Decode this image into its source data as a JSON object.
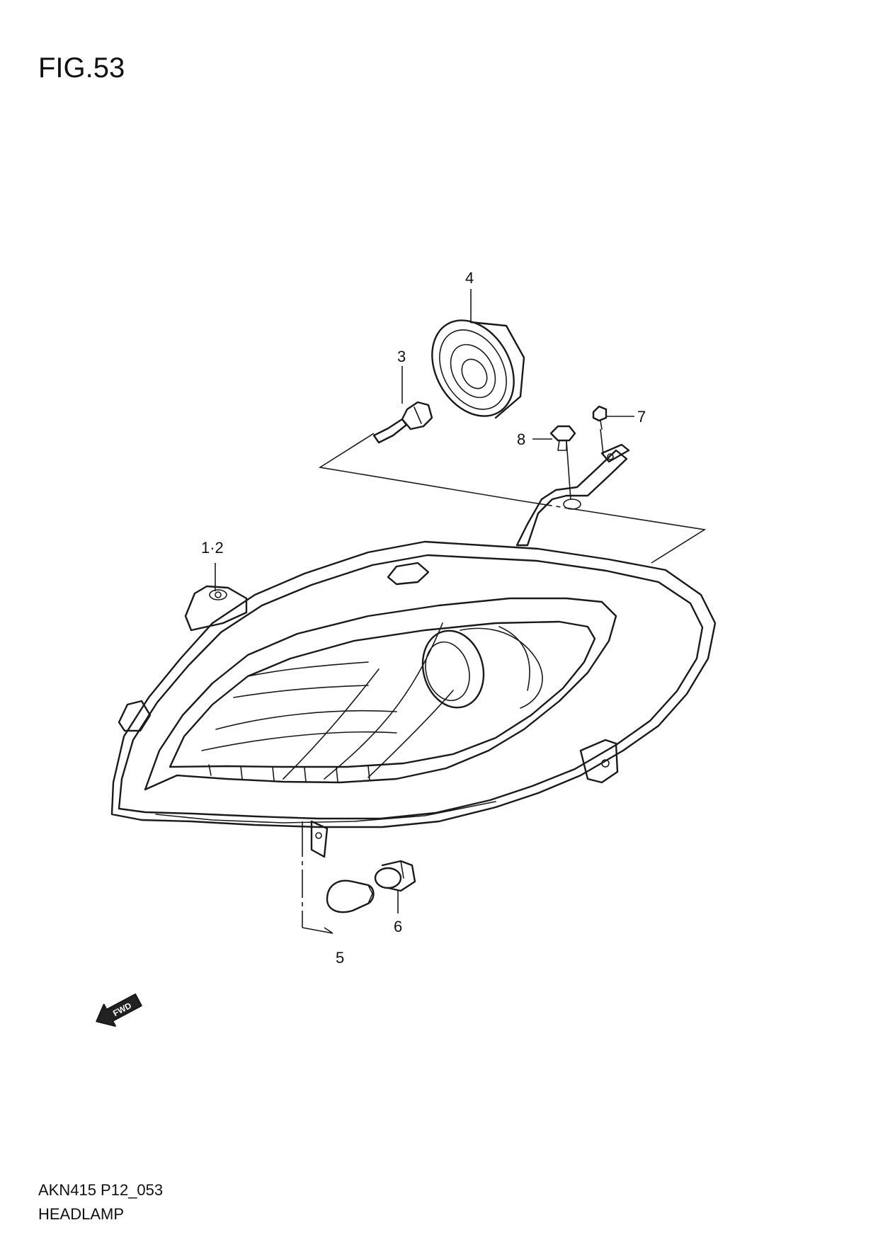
{
  "figure": {
    "title": "FIG.53",
    "code": "AKN415 P12_053",
    "name": "HEADLAMP"
  },
  "callouts": {
    "p12": "1·2",
    "p3": "3",
    "p4": "4",
    "p5": "5",
    "p6": "6",
    "p7": "7",
    "p8": "8"
  },
  "direction_badge": {
    "text": "FWD"
  }
}
